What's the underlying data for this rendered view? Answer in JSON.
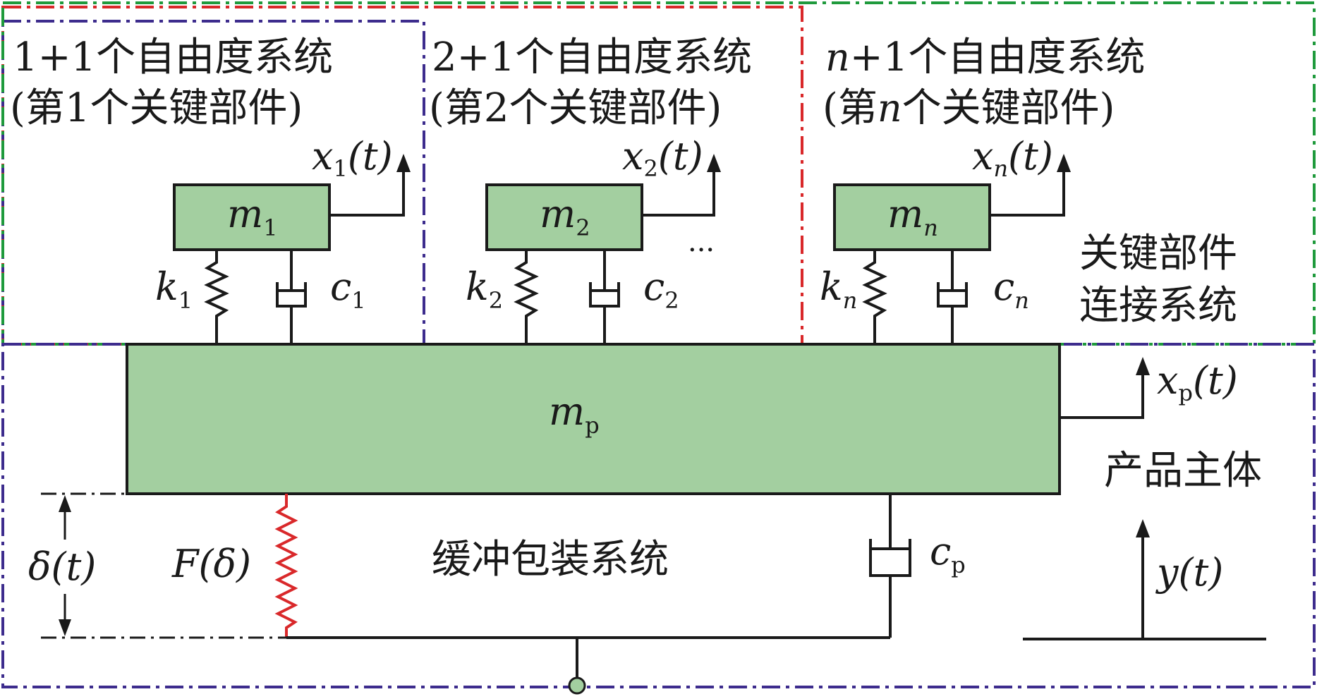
{
  "diagram": {
    "sub1": {
      "title": "1+1个自由度系统",
      "subtitle": "(第1个关键部件)"
    },
    "sub2": {
      "title": "2+1个自由度系统",
      "subtitle": "(第2个关键部件)"
    },
    "subn": {
      "title_var": "n",
      "title_rest": "+1个自由度系统",
      "subtitle_pre": "(第",
      "subtitle_var": "n",
      "subtitle_post": "个关键部件)"
    },
    "masses": {
      "m1": {
        "base": "m",
        "sub": "1"
      },
      "m2": {
        "base": "m",
        "sub": "2"
      },
      "mn": {
        "base": "m",
        "sub": "n"
      },
      "mp": {
        "base": "m",
        "sub": "p"
      }
    },
    "springs": {
      "k1": {
        "base": "k",
        "sub": "1"
      },
      "k2": {
        "base": "k",
        "sub": "2"
      },
      "kn": {
        "base": "k",
        "sub": "n"
      }
    },
    "dampers": {
      "c1": {
        "base": "c",
        "sub": "1"
      },
      "c2": {
        "base": "c",
        "sub": "2"
      },
      "cn": {
        "base": "c",
        "sub": "n"
      },
      "cp": {
        "base": "c",
        "sub": "p"
      }
    },
    "displacements": {
      "x1": {
        "base": "x",
        "sub": "1",
        "arg": "(t)"
      },
      "x2": {
        "base": "x",
        "sub": "2",
        "arg": "(t)"
      },
      "xn": {
        "base": "x",
        "sub": "n",
        "arg": "(t)"
      },
      "xp": {
        "base": "x",
        "sub": "p",
        "arg": "(t)"
      },
      "y": {
        "label": "y(t)"
      }
    },
    "ellipsis": "···",
    "connection_label_1": "关键部件",
    "connection_label_2": "连接系统",
    "product_label": "产品主体",
    "cushion_label": "缓冲包装系统",
    "force_label": "F(δ)",
    "delta_label": "δ(t)"
  },
  "colors": {
    "mass_fill": "#a3cfa0",
    "line": "#1a1a1a",
    "frame_purple": "#3d2c8d",
    "frame_red": "#d9282a",
    "frame_green": "#1f9a3c",
    "nonlinear_spring": "#d9282a",
    "base_node_fill": "#a3cfa0"
  }
}
